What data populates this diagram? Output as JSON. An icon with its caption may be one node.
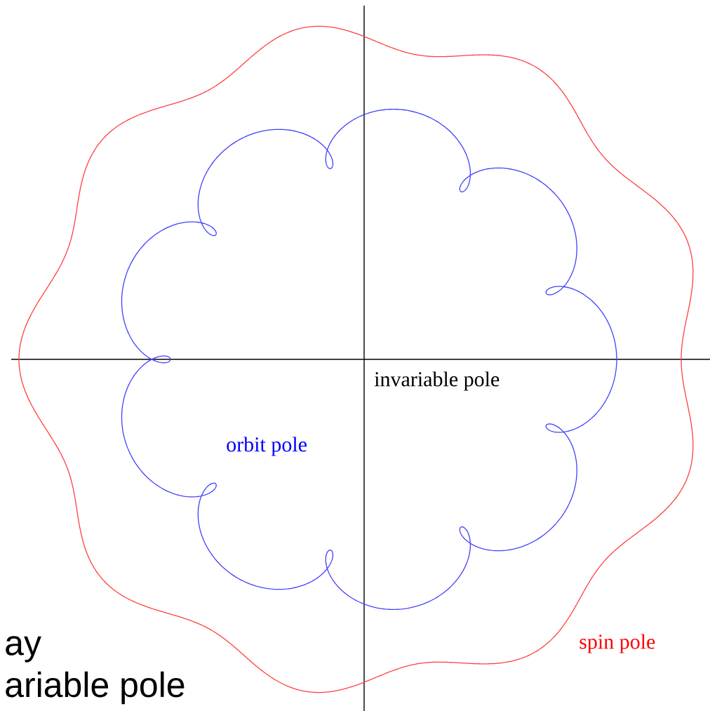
{
  "diagram": {
    "labels": [
      "invariable pole",
      "orbit pole",
      "spin pole",
      "ay",
      "ariable pole"
    ]
  }
}
